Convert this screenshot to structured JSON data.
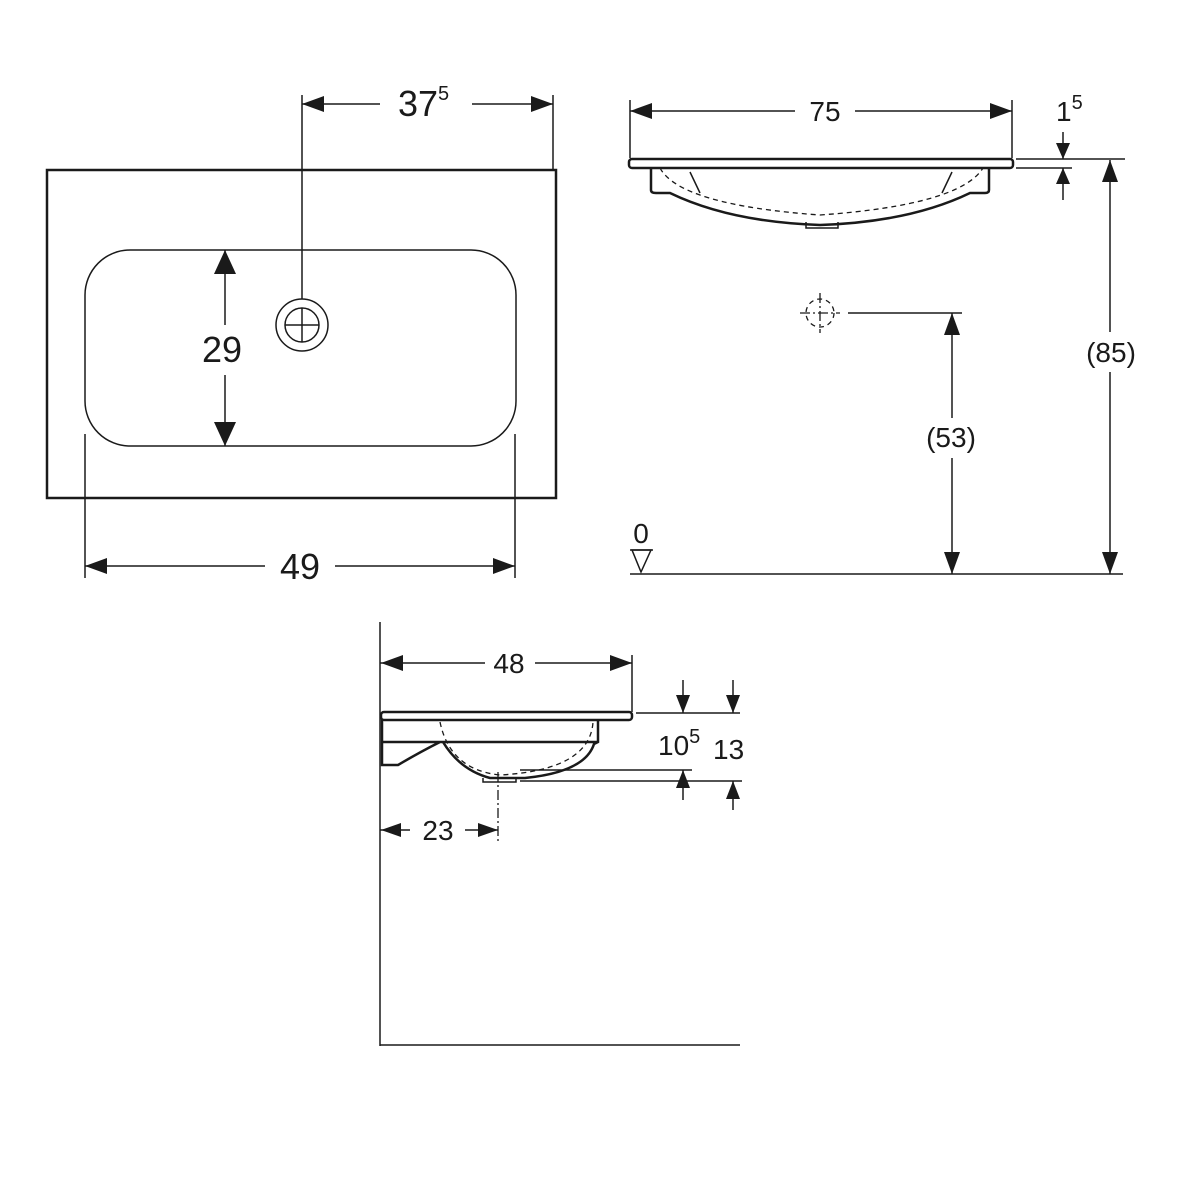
{
  "top_view": {
    "drain_offset": {
      "main": "37",
      "sup": "5"
    },
    "basin_depth": "29",
    "basin_width": "49"
  },
  "front_view": {
    "total_width": "75",
    "rim_thickness": {
      "main": "1",
      "sup": "5"
    },
    "drain_height": "(53)",
    "rim_height": "(85)",
    "floor_level": "0"
  },
  "side_view": {
    "depth": "48",
    "bowl_depth_inner": {
      "main": "10",
      "sup": "5"
    },
    "bowl_depth_outer": "13",
    "drain_from_wall": "23"
  }
}
